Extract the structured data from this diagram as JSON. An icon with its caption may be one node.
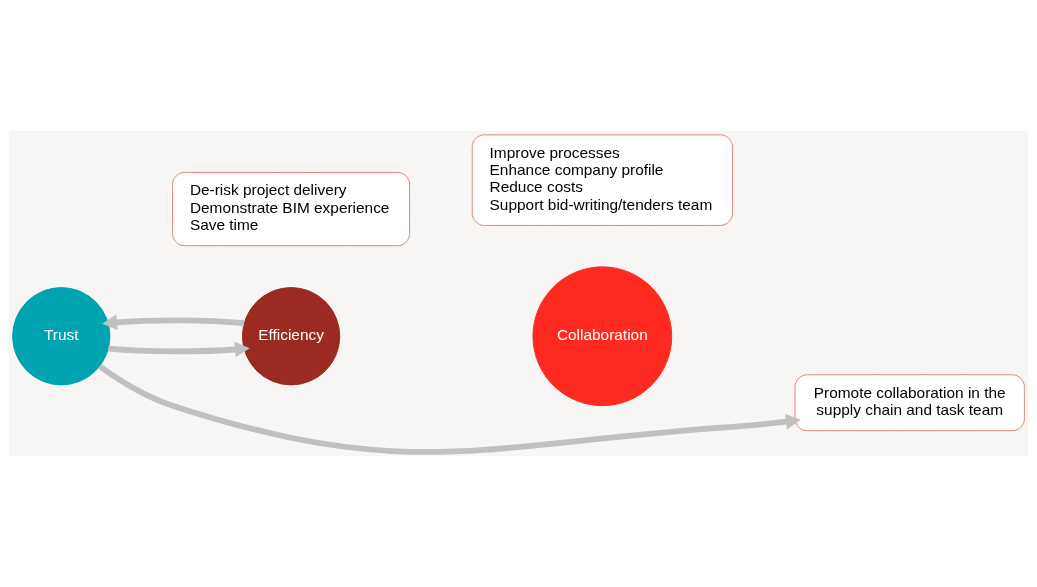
{
  "diagram": {
    "nodes": [
      {
        "text": [
          "Trust"
        ]
      },
      {
        "text": [
          "De-risk project delivery",
          "Demonstrate BIM experience",
          "Save time"
        ]
      },
      {
        "text": [
          "Efficiency"
        ]
      },
      {
        "text": [
          "Improve processes",
          "Enhance company profile",
          "Reduce costs",
          "Support bid-writing/tenders team"
        ]
      },
      {
        "text": [
          "Collaboration"
        ]
      },
      {
        "text": [
          "Promote collaboration in the supply chain and task team"
        ]
      }
    ],
    "edges": [
      {
        "from": 2,
        "to": 0,
        "arrow": "to"
      },
      {
        "from": 0,
        "to": 2,
        "arrow": "to"
      },
      {
        "from": 0,
        "to": 5,
        "arrow": "to"
      }
    ]
  }
}
